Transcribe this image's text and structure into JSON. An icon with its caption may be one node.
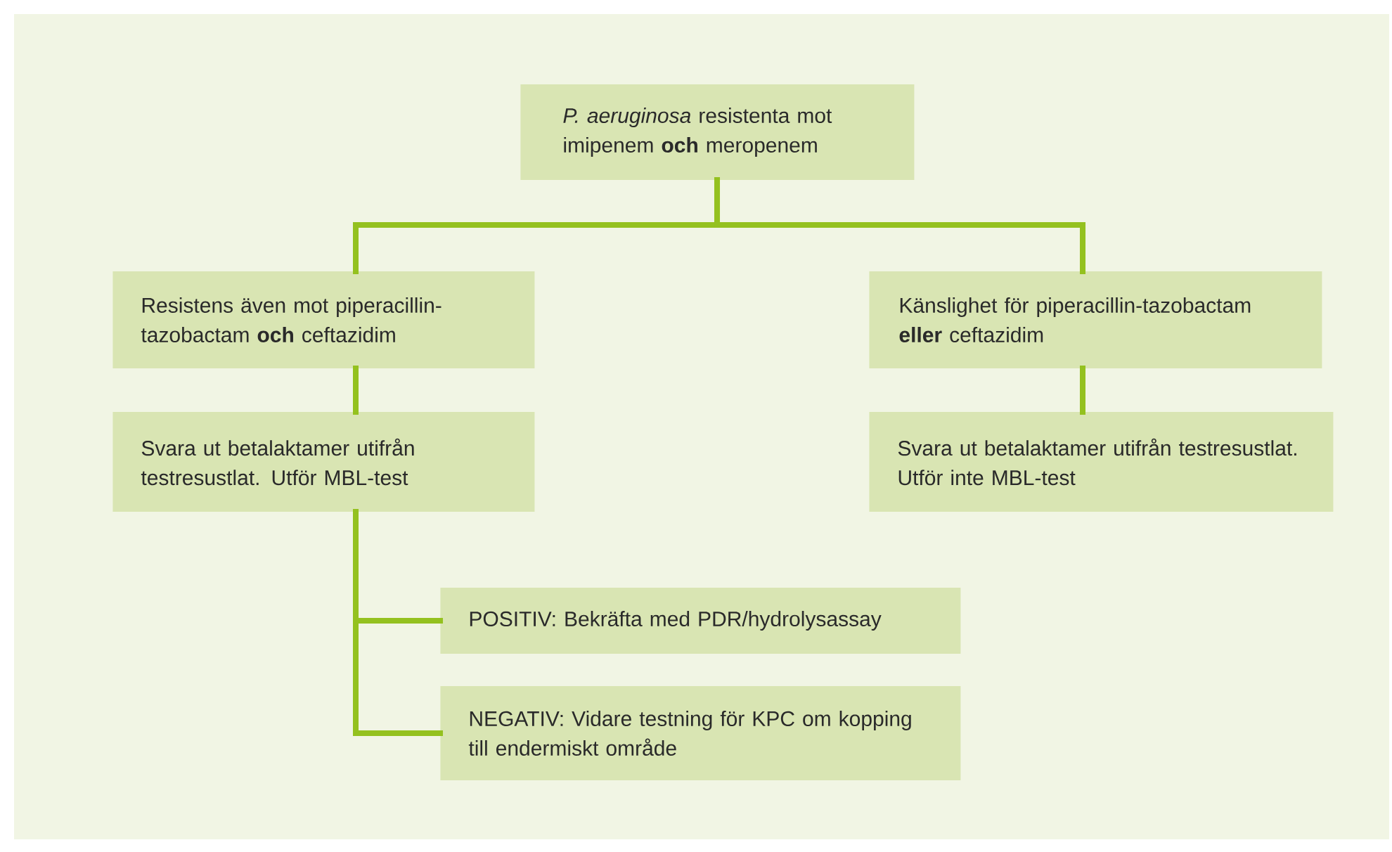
{
  "diagram": {
    "nodes": [
      {
        "text": [
          "*P. aeruginosa* resistenta mot imipenem **och** meropenem"
        ]
      },
      {
        "text": [
          "Resistens även mot piperacillin-tazobactam **och** ceftazidim"
        ]
      },
      {
        "text": [
          "Känslighet för piperacillin-tazobactam **eller** ceftazidim"
        ]
      },
      {
        "text": [
          "Svara ut betalaktamer utifrån testresustlat. Utför MBL-test"
        ]
      },
      {
        "text": [
          "Svara ut betalaktamer utifrån testresustlat. Utför inte MBL-test"
        ]
      },
      {
        "text": [
          "POSITIV: Bekräfta med PDR/hydrolysassay"
        ]
      },
      {
        "text": [
          "NEGATIV: Vidare testning för KPC om kopping till endermiskt område"
        ]
      }
    ],
    "edges": [
      {
        "from": 0,
        "to": 1,
        "arrow": "none"
      },
      {
        "from": 0,
        "to": 2,
        "arrow": "none"
      },
      {
        "from": 1,
        "to": 3,
        "arrow": "none"
      },
      {
        "from": 2,
        "to": 4,
        "arrow": "none"
      },
      {
        "from": 3,
        "to": 5,
        "arrow": "none"
      },
      {
        "from": 3,
        "to": 6,
        "arrow": "none"
      }
    ]
  }
}
